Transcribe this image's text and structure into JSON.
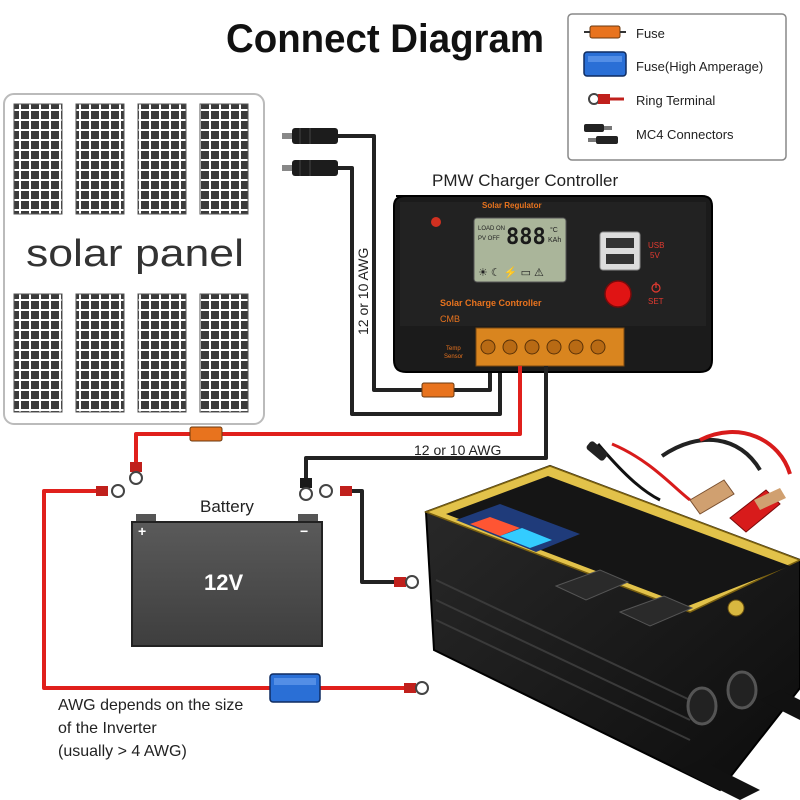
{
  "title": "Connect Diagram",
  "legend": {
    "items": [
      {
        "label": "Fuse",
        "icon": "fuse-icon"
      },
      {
        "label": "Fuse(High Amperage)",
        "icon": "high-amperage-fuse-icon"
      },
      {
        "label": "Ring Terminal",
        "icon": "ring-terminal-icon"
      },
      {
        "label": "MC4 Connectors",
        "icon": "mc4-connector-icon"
      }
    ]
  },
  "solar_panel": {
    "label": "solar panel"
  },
  "controller": {
    "heading": "PMW Charger Controller",
    "brand": "Solar Regulator",
    "name": "Solar Charge Controller",
    "model": "CMB",
    "lcd_digits": "888",
    "lcd_left_top": "LOAD ON",
    "lcd_left_bottom": "PV OFF",
    "lcd_units_top": "°C",
    "lcd_units_bottom": "KAh",
    "usb_label": "USB",
    "usb_voltage": "5V",
    "set_label": "SET",
    "temp_label": "Temp",
    "sensor_label": "Sensor"
  },
  "wire_labels": {
    "solar_to_controller": "12 or 10 AWG",
    "controller_to_battery": "12 or 10 AWG"
  },
  "battery": {
    "label": "Battery",
    "voltage": "12V",
    "plus": "+",
    "minus": "−"
  },
  "inverter_note": {
    "line1": "AWG depends on the size",
    "line2": "of the Inverter",
    "line3": "(usually  > 4 AWG)"
  },
  "colors": {
    "wire_red": "#e0201c",
    "wire_black": "#1a1a1a",
    "fuse_orange": "#e8731e",
    "fuse_blue": "#2a6fd6",
    "terminal_orange": "#d9851f",
    "inverter_gold": "#e2c24a"
  }
}
